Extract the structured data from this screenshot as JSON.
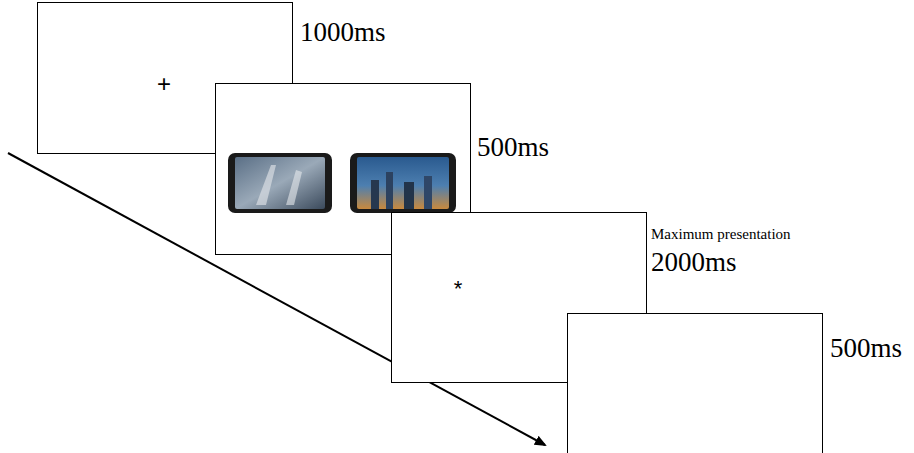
{
  "diagram": {
    "nodes": [
      {
        "text": [
          "+",
          "1000ms"
        ]
      },
      {
        "text": [
          "500ms"
        ]
      },
      {
        "text": [
          "*",
          "Maximum presentation",
          "2000ms"
        ]
      },
      {
        "text": [
          "500ms"
        ]
      }
    ]
  }
}
